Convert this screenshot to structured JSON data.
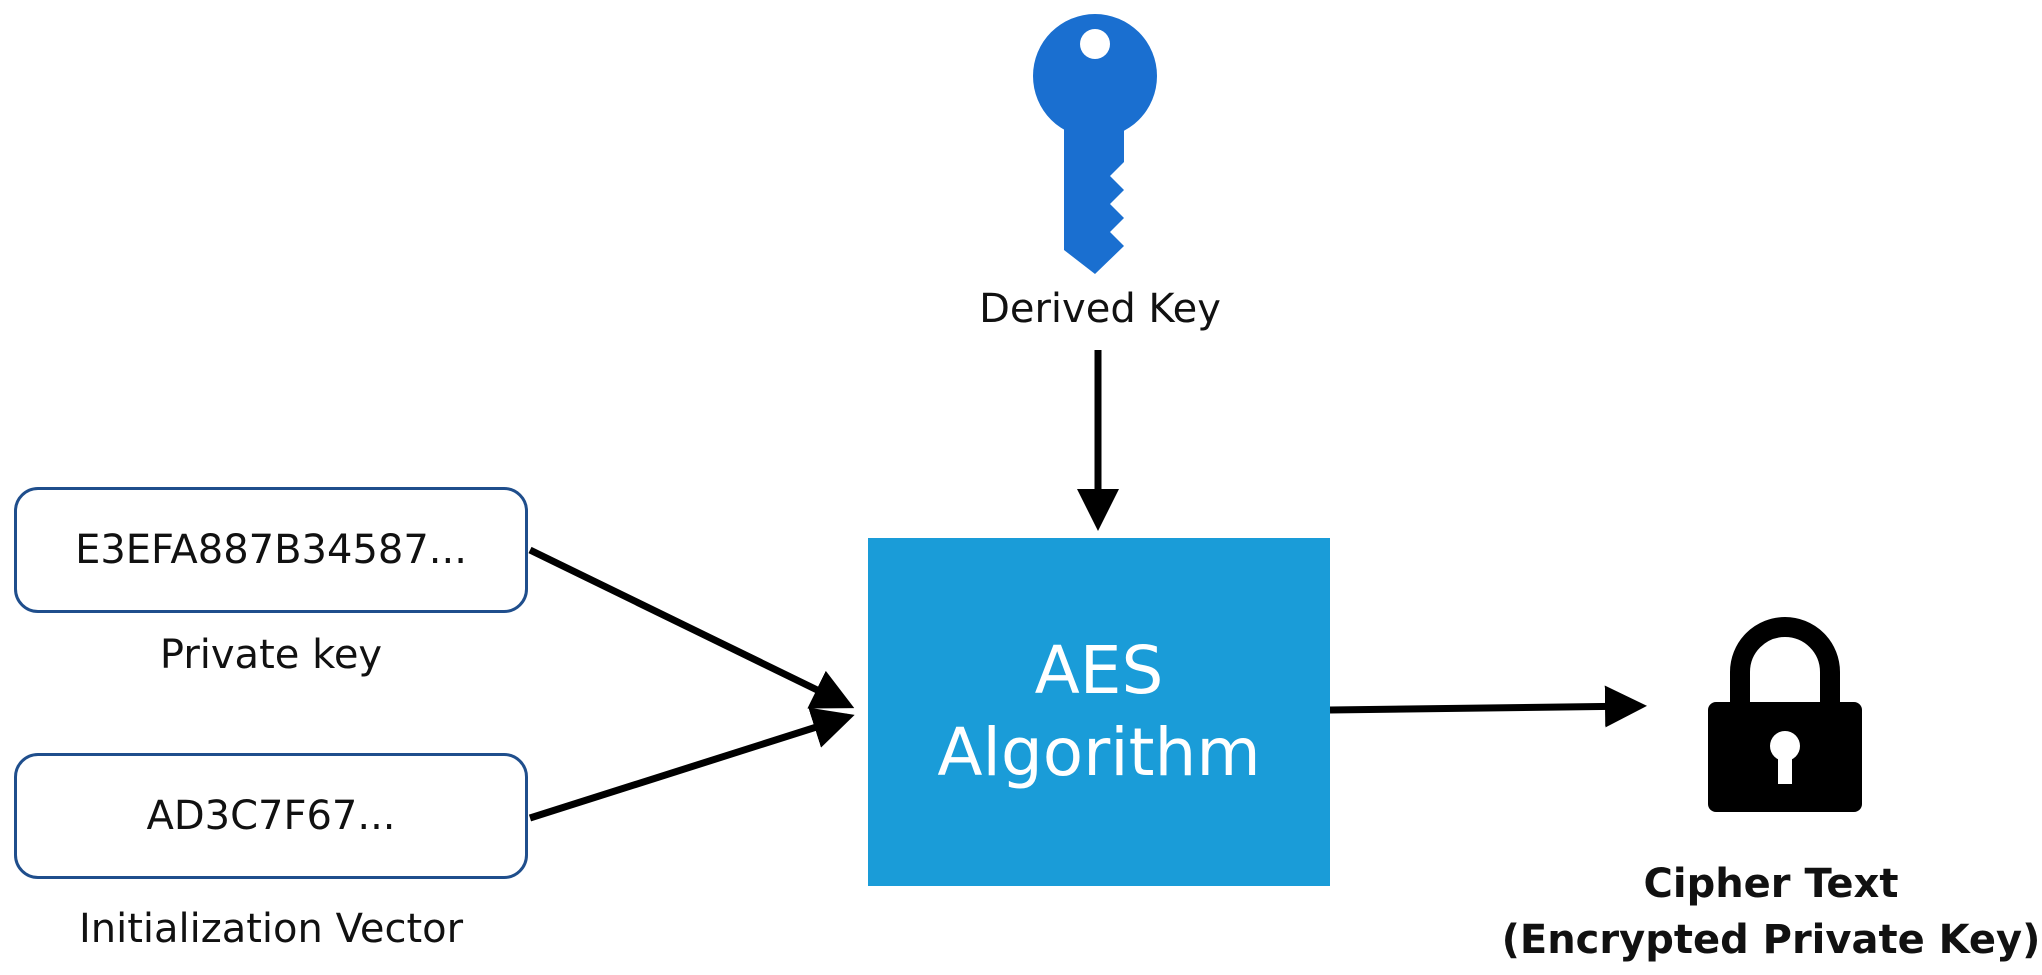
{
  "inputs": {
    "private_key": {
      "value": "E3EFA887B34587...",
      "caption": "Private key"
    },
    "iv": {
      "value": "AD3C7F67...",
      "caption": "Initialization Vector"
    }
  },
  "key": {
    "caption": "Derived Key",
    "icon": "key-icon",
    "color": "#1a6fd0"
  },
  "algorithm": {
    "line1": "AES",
    "line2": "Algorithm",
    "color": "#1a9cd8"
  },
  "output": {
    "line1": "Cipher Text",
    "line2": "(Encrypted Private Key)",
    "icon": "lock-icon"
  }
}
